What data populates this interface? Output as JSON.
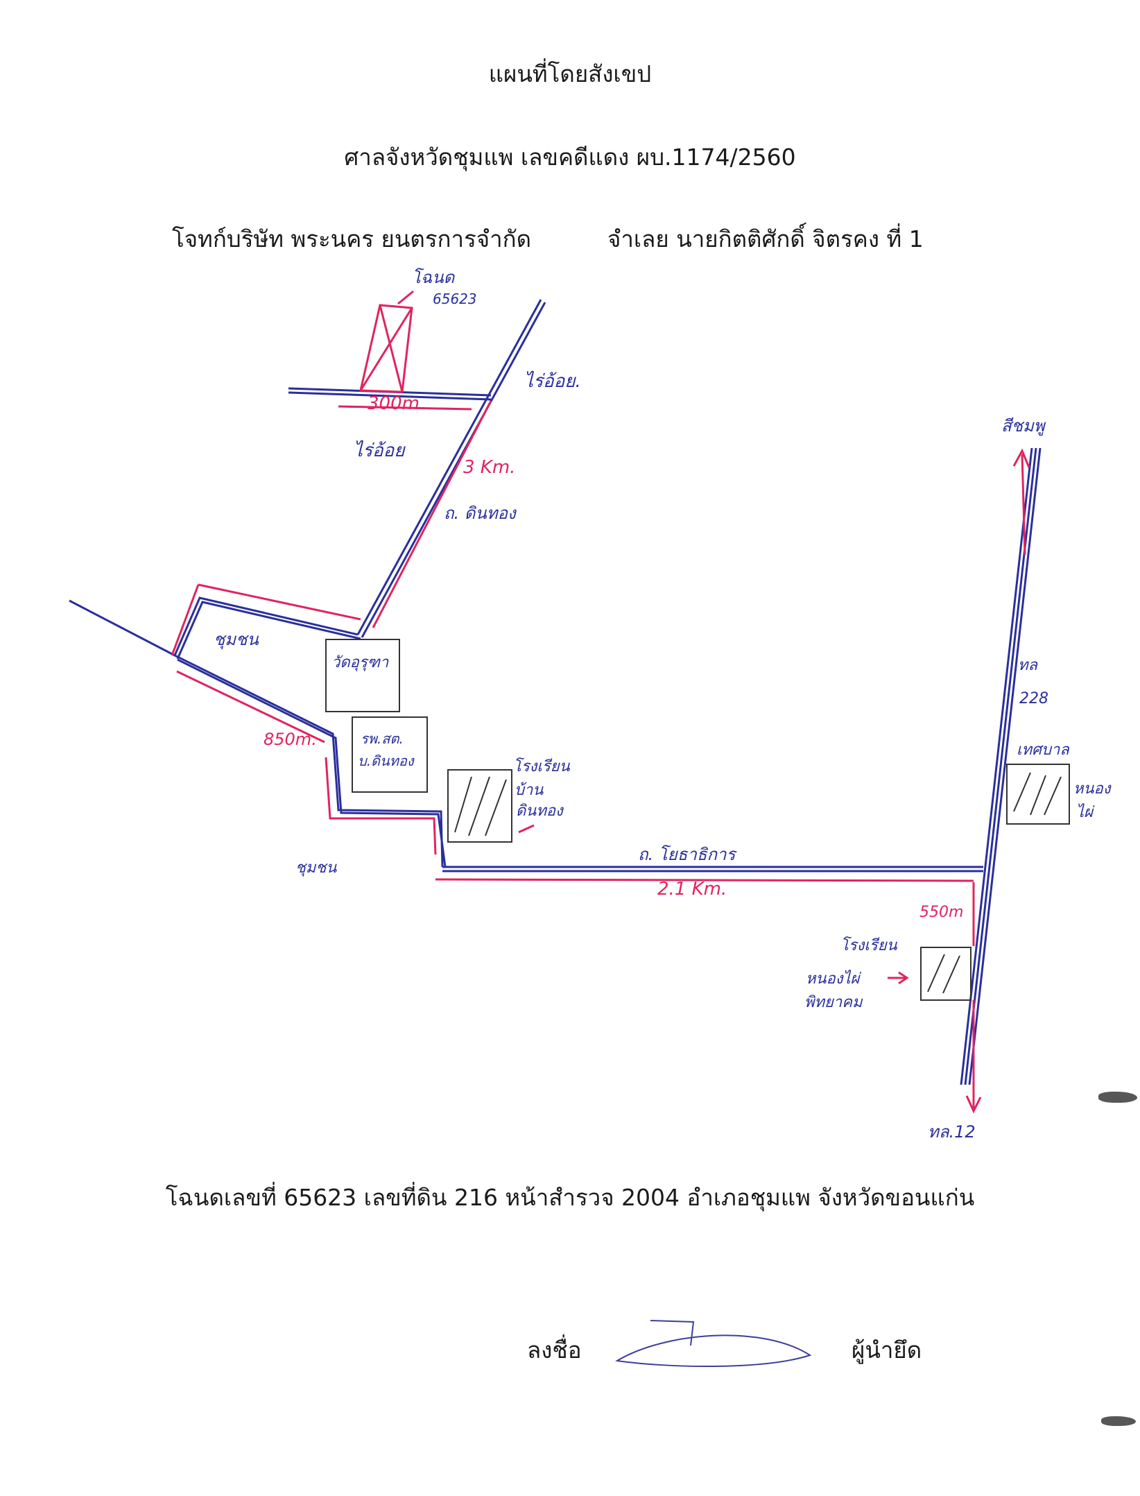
{
  "header": {
    "title": "แผนที่โดยสังเขป",
    "court_line": "ศาลจังหวัดชุมแพ  เลขคดีแดง ผบ.1174/2560",
    "plaintiff": "โจทก์บริษัท พระนคร ยนตรการจำกัด",
    "defendant": "จำเลย นายกิตติศักดิ์ จิตรคง ที่ 1"
  },
  "map": {
    "labels": {
      "deed_target": "โฉนด",
      "deed_target_no": "65623",
      "dist_300": "300m",
      "field_top": "ไร่อ้อย.",
      "field_left": "ไร่อ้อย",
      "dist_3km": "3 Km.",
      "road_a": "ถ. ดินทอง",
      "community_top": "ชุมชน",
      "temple": "วัดอุรุฑา",
      "dist_850": "850m.",
      "hospital_line1": "รพ.สต.",
      "hospital_line2": "บ.ดินทอง",
      "school1_line1": "โรงเรียน",
      "school1_line2": "บ้าน",
      "school1_line3": "ดินทอง",
      "road_b": "ถ. โยธาธิการ",
      "community_bottom": "ชุมชน",
      "dist_21km": "2.1 Km.",
      "dir_north": "สีชมพู",
      "highway": "ทล",
      "highway_no": "228",
      "municipality": "เทศบาล",
      "pond_line1": "หนอง",
      "pond_line2": "ไผ่",
      "dist_550": "550m",
      "school2": "โรงเรียน",
      "school2_name_line1": "หนองไผ่",
      "school2_name_line2": "พิทยาคม",
      "dir_south": "ทล.12"
    },
    "colors": {
      "road": "#2a2f9c",
      "measure": "#e0245e"
    }
  },
  "footer": {
    "deed_line": "โฉนดเลขที่ 65623 เลขที่ดิน 216 หน้าสำรวจ 2004 อำเภอชุมแพ จังหวัดขอนแก่น",
    "sign_label": "ลงชื่อ",
    "signer_role": "ผู้นำยึด"
  }
}
